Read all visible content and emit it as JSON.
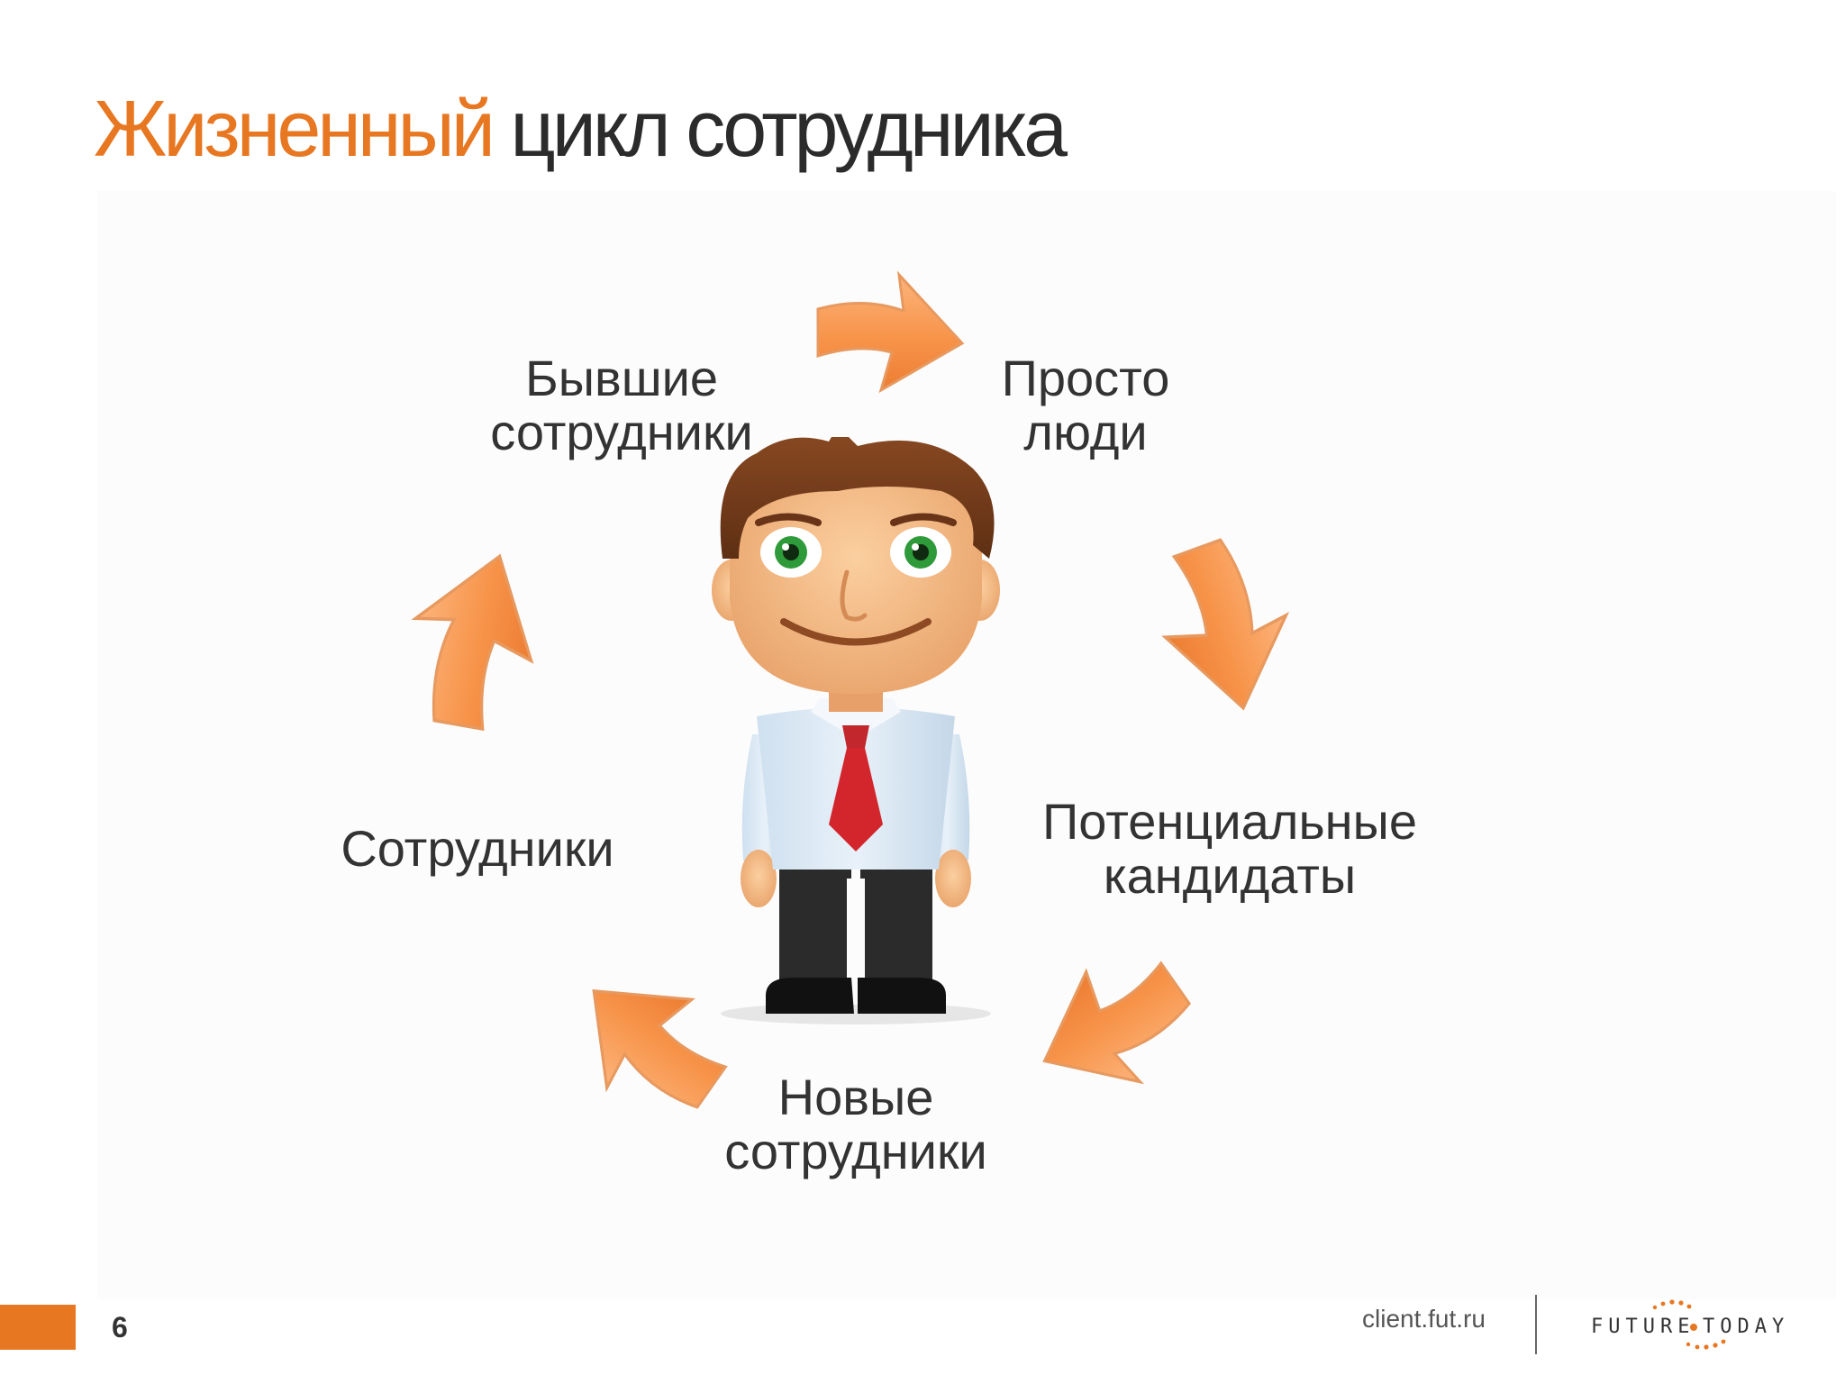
{
  "title": {
    "accent": "Жизненный",
    "rest": " цикл сотрудника"
  },
  "stages": {
    "former": [
      "Бывшие",
      "сотрудники"
    ],
    "just_people": [
      "Просто",
      "люди"
    ],
    "candidates": [
      "Потенциальные",
      "кандидаты"
    ],
    "new_employees": [
      "Новые",
      "сотрудники"
    ],
    "employees": [
      "Сотрудники"
    ]
  },
  "footer": {
    "page_number": "6",
    "url": "client.fut.ru",
    "logo_left": "FUTURE",
    "logo_right": "TODAY"
  },
  "colors": {
    "accent": "#e87722",
    "arrow_fill": "#f79a4f",
    "title_text": "#2b2b2b"
  }
}
